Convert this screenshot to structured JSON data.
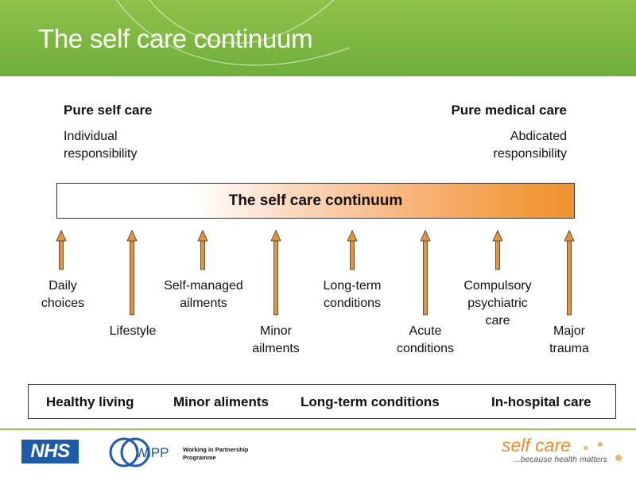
{
  "header": {
    "title": "The self care continuum",
    "color": "#7db543"
  },
  "extremes": {
    "left_heading": "Pure self care",
    "left_sub": "Individual\nresponsibility",
    "right_heading": "Pure medical care",
    "right_sub": "Abdicated\nresponsibility"
  },
  "continuum_bar": {
    "label": "The self care continuum",
    "gradient_end_color": "#ef9230"
  },
  "points": [
    {
      "label": "Daily\nchoices",
      "level": "short"
    },
    {
      "label": "Lifestyle",
      "level": "long"
    },
    {
      "label": "Self-managed\nailments",
      "level": "short"
    },
    {
      "label": "Minor\nailments",
      "level": "long"
    },
    {
      "label": "Long-term\nconditions",
      "level": "short"
    },
    {
      "label": "Acute\nconditions",
      "level": "long"
    },
    {
      "label": "Compulsory\npsychiatric\ncare",
      "level": "short"
    },
    {
      "label": "Major\ntrauma",
      "level": "long"
    }
  ],
  "categories": [
    "Healthy living",
    "Minor aliments",
    "Long-term conditions",
    "In-hospital care"
  ],
  "footer": {
    "nhs_logo": "NHS",
    "wipp_logo": "WiPP",
    "wipp_text": "Working in Partnership\nProgramme",
    "brand": "self care",
    "tagline": "...because health matters",
    "brand_color": "#f08c2a"
  }
}
